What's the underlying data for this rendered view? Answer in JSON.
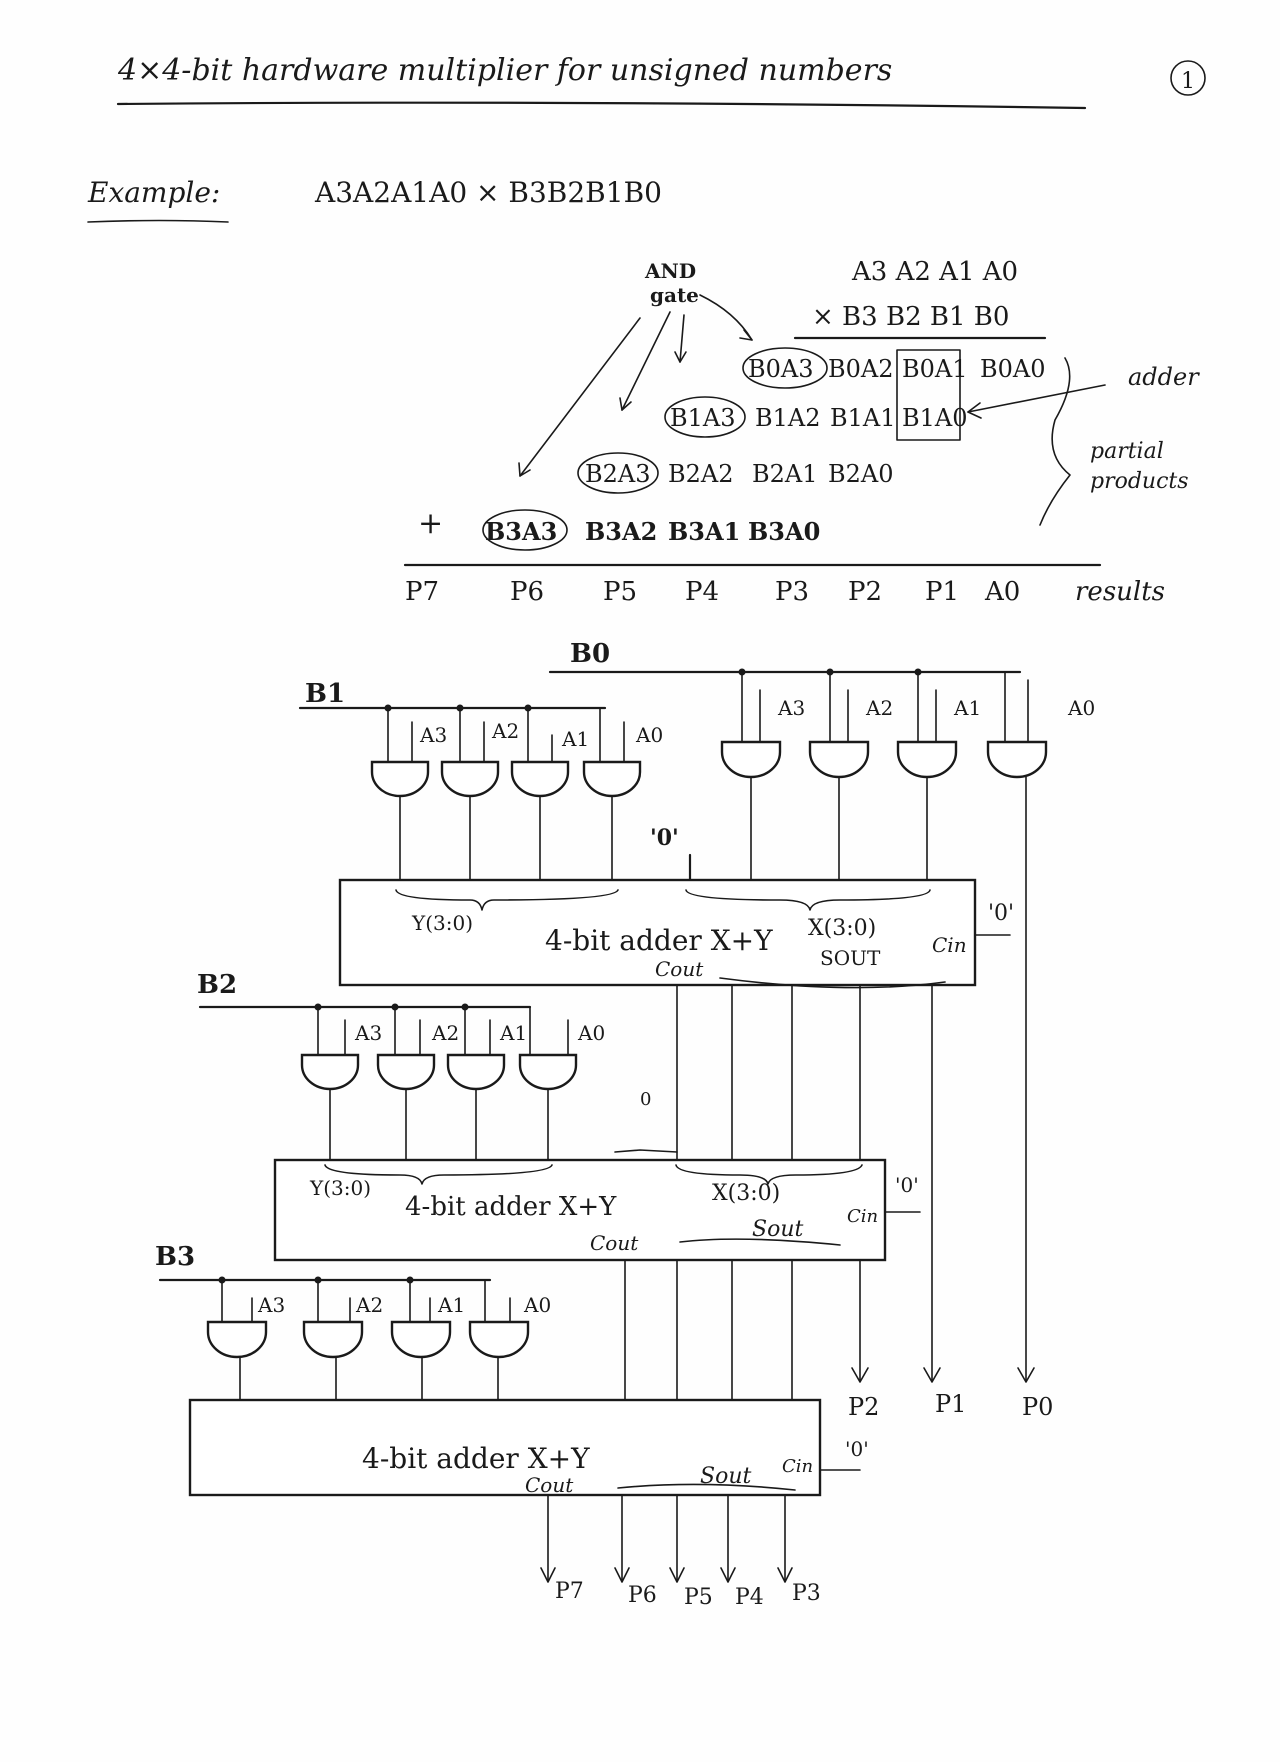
{
  "title": "4×4-bit hardware multiplier for unsigned numbers",
  "page_number": "1",
  "example": {
    "label": "Example:",
    "expression": "A3A2A1A0 × B3B2B1B0"
  },
  "worked": {
    "and_gate_label": [
      "AND",
      "gate"
    ],
    "multiplicand": "A3 A2 A1 A0",
    "multiplier": "× B3 B2 B1 B0",
    "rows": [
      [
        "B0A3",
        "B0A2",
        "B0A1",
        "B0A0"
      ],
      [
        "B1A3",
        "B1A2",
        "B1A1",
        "B1A0"
      ],
      [
        "B2A3",
        "B2A2",
        "B2A1",
        "B2A0"
      ],
      [
        "B3A3",
        "B3A2",
        "B3A1",
        "B3A0"
      ]
    ],
    "plus": "+",
    "results": [
      "P7",
      "P6",
      "P5",
      "P4",
      "P3",
      "P2",
      "P1",
      "A0"
    ],
    "results_label": "results",
    "adder_label": "adder",
    "partial_label": [
      "partial",
      "products"
    ]
  },
  "circuit": {
    "b_labels": [
      "B0",
      "B1",
      "B2",
      "B3"
    ],
    "a_labels": [
      "A3",
      "A2",
      "A1",
      "A0"
    ],
    "adder1": {
      "y": "Y(3:0)",
      "x": "X(3:0)",
      "name": "4-bit adder X+Y",
      "cout": "Cout",
      "sout": "SOUT",
      "cin": "Cin",
      "cin_val": "'0'"
    },
    "adder2": {
      "y": "Y(3:0)",
      "x": "X(3:0)",
      "name": "4-bit adder X+Y",
      "cout": "Cout",
      "sout": "Sout",
      "cin": "Cin",
      "cin_val": "'0'"
    },
    "adder3": {
      "name": "4-bit adder X+Y",
      "cout": "Cout",
      "sout": "Sout",
      "cin": "Cin",
      "cin_val": "'0'"
    },
    "zero_top": "'0'",
    "zero_mid": "0",
    "mid_outputs": [
      "P2",
      "P1",
      "P0"
    ],
    "bottom_outputs": [
      "P7",
      "P6",
      "P5",
      "P4",
      "P3"
    ]
  }
}
